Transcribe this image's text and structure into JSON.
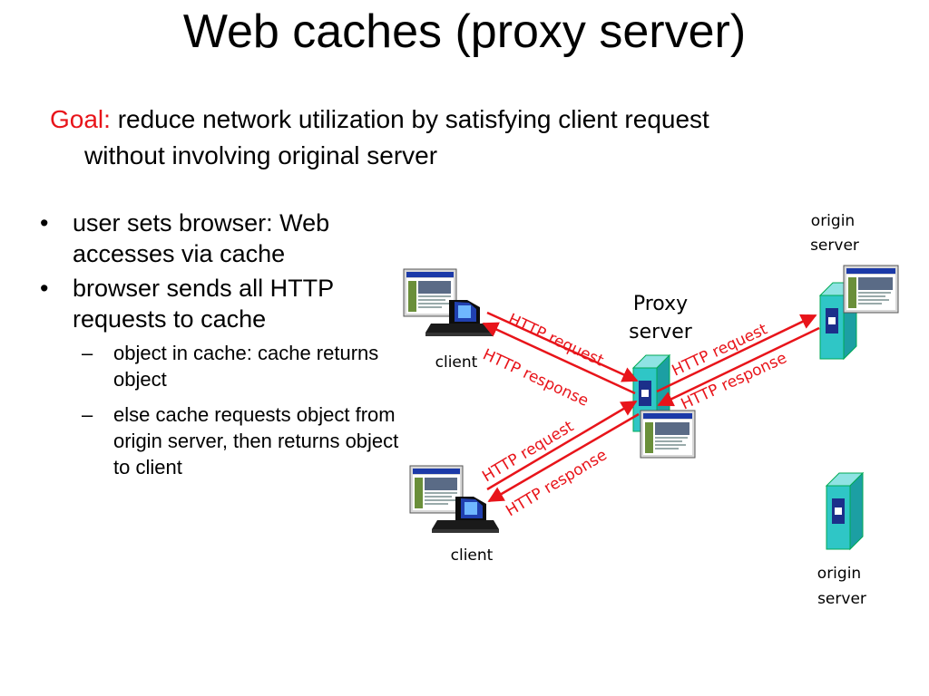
{
  "title": "Web caches (proxy server)",
  "goal": {
    "label": "Goal:",
    "line1": " reduce network utilization by satisfying client request",
    "line2": "without involving original server"
  },
  "bullets": [
    {
      "marker": "•",
      "text": "user sets browser: Web accesses via  cache"
    },
    {
      "marker": "•",
      "text": "browser sends all HTTP requests to cache"
    }
  ],
  "sub_bullets": [
    {
      "marker": "–",
      "text": "object in cache: cache returns object"
    },
    {
      "marker": "–",
      "text": "else cache requests object from origin server, then returns object to client"
    }
  ],
  "diagram": {
    "proxy_line1": "Proxy",
    "proxy_line2": "server",
    "client_top": "client",
    "client_bottom": "client",
    "origin_top_line1": "origin",
    "origin_top_line2": "server",
    "origin_bottom_line1": "origin",
    "origin_bottom_line2": "server",
    "req_client_top": "HTTP request",
    "resp_client_top": "HTTP response",
    "req_origin": "HTTP request",
    "resp_origin": "HTTP response",
    "req_client_bottom": "HTTP request",
    "resp_client_bottom": "HTTP response"
  },
  "colors": {
    "accent_red": "#e8141a",
    "server_teal": "#27b9bd",
    "screen_blue": "#1c3aa8"
  }
}
